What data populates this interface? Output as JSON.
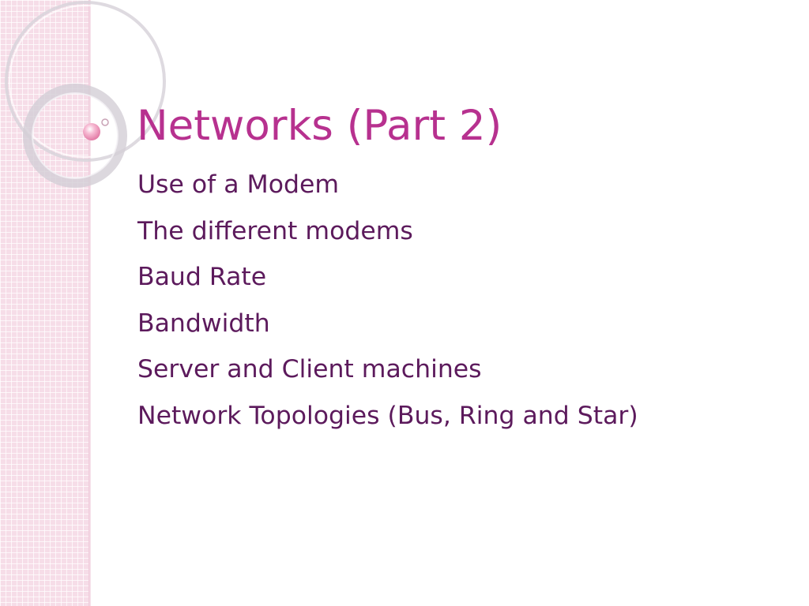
{
  "slide": {
    "title": "Networks (Part 2)",
    "bullets": [
      "Use of a Modem",
      "The different modems",
      "Baud Rate",
      "Bandwidth",
      "Server and Client machines",
      "Network Topologies (Bus, Ring and Star)"
    ]
  },
  "colors": {
    "title": "#b7318f",
    "body_text": "#5c1a5c",
    "band_background": "#f6dde8",
    "accent_dot": "#f2a0c2"
  }
}
